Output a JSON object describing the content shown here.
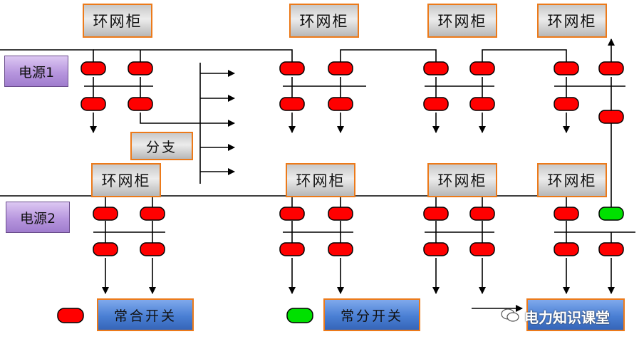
{
  "top_cabinets": [
    "环网柜",
    "环网柜",
    "环网柜",
    "环网柜"
  ],
  "bottom_cabinets": [
    "环网柜",
    "环网柜",
    "环网柜",
    "环网柜"
  ],
  "power_sources": [
    "电源1",
    "电源2"
  ],
  "branch_label": "分支",
  "legend": {
    "normally_closed": "常合开关",
    "normally_open": "常分开关"
  },
  "colors": {
    "closed_switch": "#ff0000",
    "open_switch": "#00e000",
    "cabinet_border": "#ec7a1a"
  },
  "watermark": "电力知识课堂"
}
